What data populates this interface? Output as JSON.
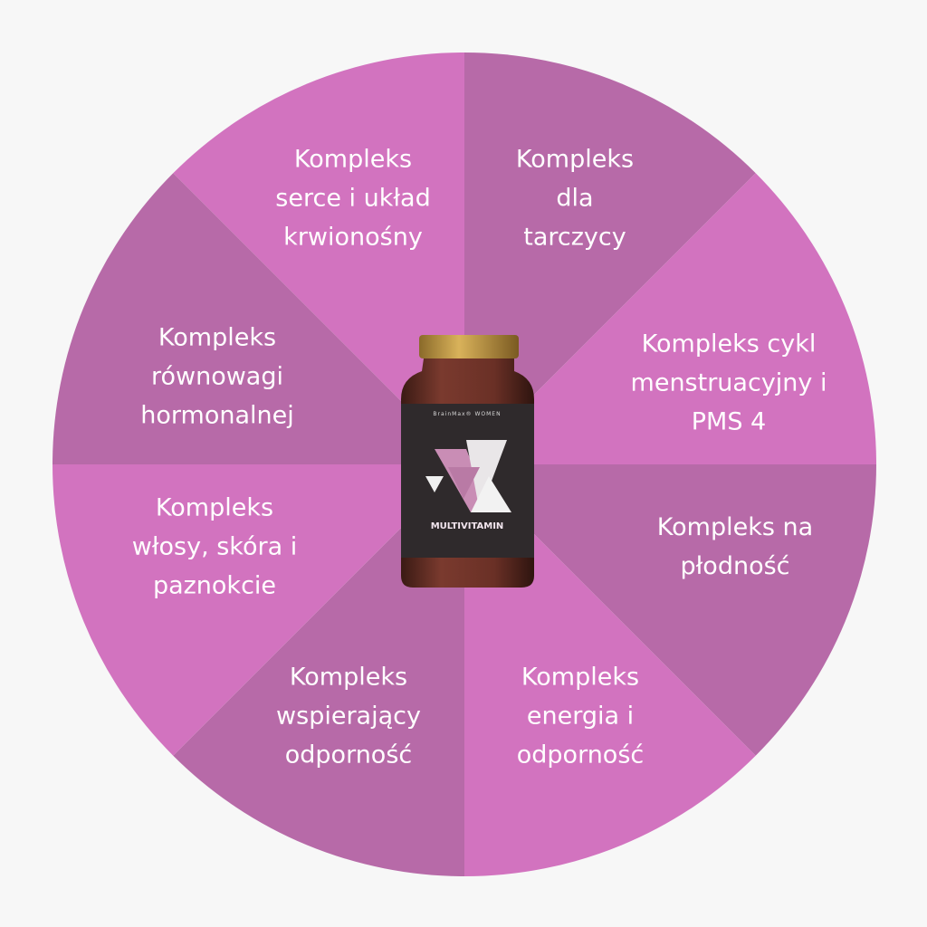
{
  "colors": {
    "background": "#f7f7f7",
    "light": "#d273bf",
    "dark": "#b76aa8",
    "text": "#ffffff"
  },
  "segments": [
    {
      "lines": [
        "Kompleks",
        "serce i układ",
        "krwionośny"
      ],
      "tone": "light"
    },
    {
      "lines": [
        "Kompleks",
        "dla",
        "tarczycy"
      ],
      "tone": "dark"
    },
    {
      "lines": [
        "Kompleks cykl",
        "menstruacyjny i",
        "PMS 4"
      ],
      "tone": "light"
    },
    {
      "lines": [
        "Kompleks na",
        "płodność"
      ],
      "tone": "dark"
    },
    {
      "lines": [
        "Kompleks",
        "energia i",
        "odporność"
      ],
      "tone": "light"
    },
    {
      "lines": [
        "Kompleks",
        "wspierający",
        "odporność"
      ],
      "tone": "dark"
    },
    {
      "lines": [
        "Kompleks",
        "włosy, skóra i",
        "paznokcie"
      ],
      "tone": "light"
    },
    {
      "lines": [
        "Kompleks",
        "równowagi",
        "hormonalnej"
      ],
      "tone": "dark"
    }
  ],
  "product": {
    "brand": "BrainMax® WOMEN",
    "name": "MULTIVITAMIN"
  }
}
